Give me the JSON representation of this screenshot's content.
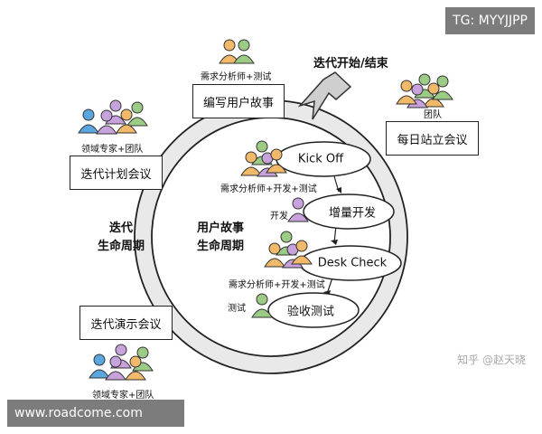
{
  "top_label": "迭代开始/结束",
  "cycle": {
    "outer_label": [
      "迭代",
      "生命周期"
    ],
    "inner_label": [
      "用户故事",
      "生命周期"
    ]
  },
  "outer_boxes": [
    {
      "id": "write-stories",
      "label": "编写用户故事",
      "role": "需求分析师+测试"
    },
    {
      "id": "daily-standup",
      "label": "每日站立会议",
      "role": "团队"
    },
    {
      "id": "iteration-planning",
      "label": "迭代计划会议",
      "role": "领域专家+团队"
    },
    {
      "id": "iteration-demo",
      "label": "迭代演示会议",
      "role": "领域专家+团队"
    }
  ],
  "stages": [
    {
      "id": "kickoff",
      "label": "Kick Off",
      "role": "需求分析师+开发+测试"
    },
    {
      "id": "dev",
      "label": "增量开发",
      "role": "开发"
    },
    {
      "id": "deskcheck",
      "label": "Desk Check",
      "role": "需求分析师+开发+测试"
    },
    {
      "id": "accept",
      "label": "验收测试",
      "role": "测试"
    }
  ],
  "figure_colors": {
    "green": "#9ccb86",
    "orange": "#f2b96a",
    "purple": "#c8a2dc",
    "blue": "#5aa7e0"
  },
  "watermark": "知乎 @赵天晓",
  "corner_tag": "TG: MYYJJPP",
  "footer_tag": "www.roadcome.com"
}
